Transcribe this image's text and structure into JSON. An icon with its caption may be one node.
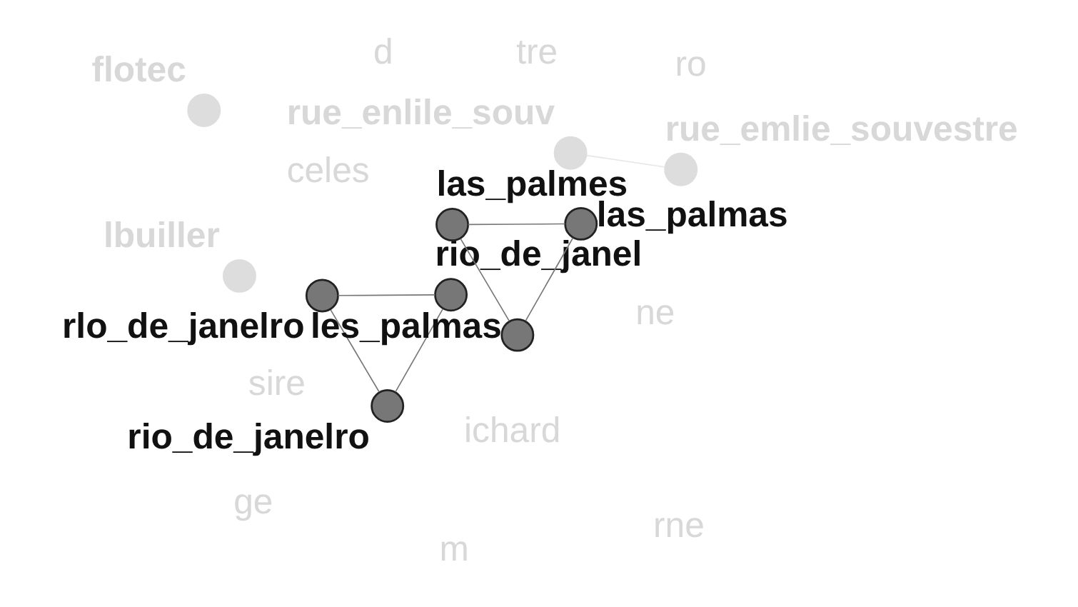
{
  "diagram": {
    "nodes": [
      {
        "text": [
          "rlo_de_janelro"
        ]
      },
      {
        "text": [
          "rio_de_janel"
        ]
      },
      {
        "text": [
          "rio_de_janelro"
        ]
      },
      {
        "text": [
          "las_palmes"
        ]
      },
      {
        "text": [
          "las_palmas"
        ]
      },
      {
        "text": [
          "les_palmas"
        ]
      },
      {
        "text": [
          "lbuiller"
        ]
      },
      {
        "text": [
          "flotec"
        ]
      },
      {
        "text": [
          "rue_enlile_souv"
        ]
      },
      {
        "text": [
          "rue_emlie_souvestre"
        ]
      }
    ],
    "edges": [
      {
        "from": 0,
        "to": 1,
        "arrow": "none"
      },
      {
        "from": 0,
        "to": 2,
        "arrow": "none"
      },
      {
        "from": 1,
        "to": 2,
        "arrow": "none"
      },
      {
        "from": 3,
        "to": 4,
        "arrow": "none"
      },
      {
        "from": 3,
        "to": 5,
        "arrow": "none"
      },
      {
        "from": 5,
        "to": 4,
        "arrow": "none"
      },
      {
        "from": 8,
        "to": 9,
        "arrow": "none",
        "color": "#e6e6e6"
      }
    ],
    "labels": [
      "sire",
      "ne",
      "celes",
      "ge",
      "rne",
      "ichard",
      "ro",
      "m",
      "tre",
      "d"
    ]
  }
}
